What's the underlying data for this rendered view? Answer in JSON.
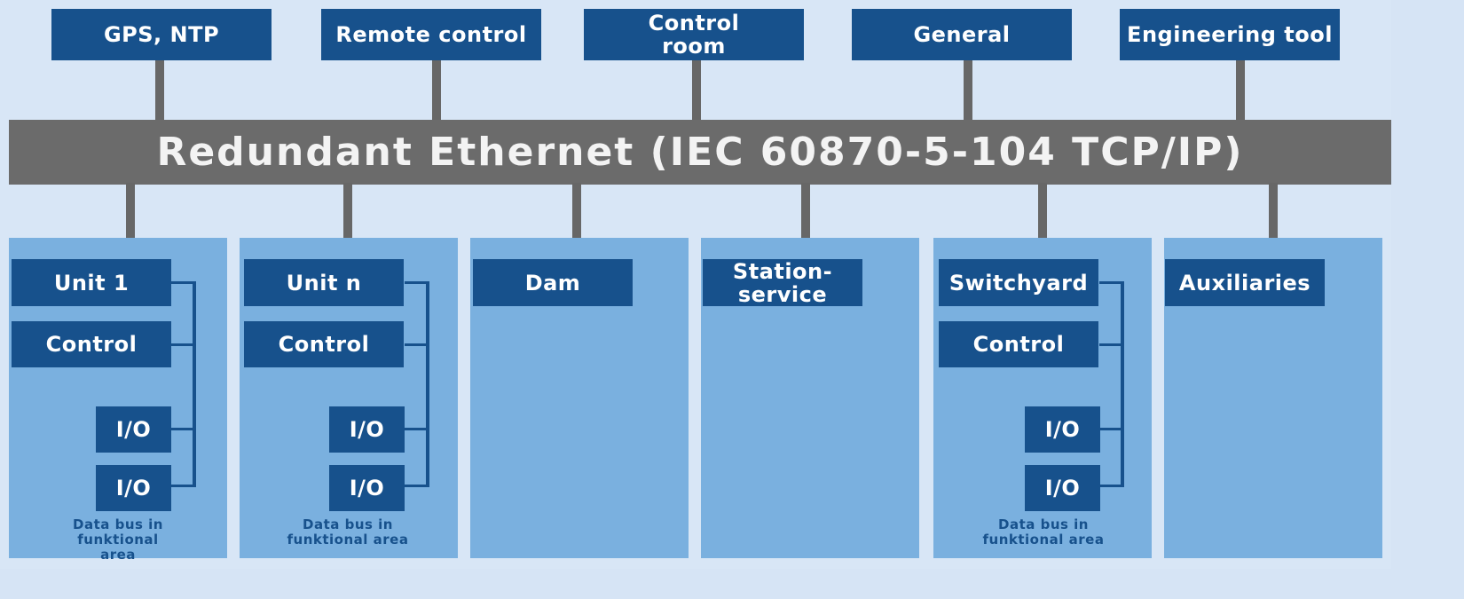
{
  "top_nodes": [
    "GPS, NTP",
    "Remote control",
    "Control room",
    "General",
    "Engineering tool"
  ],
  "bus_label": "Redundant Ethernet (IEC 60870-5-104 TCP/IP)",
  "areas": [
    {
      "title": "Unit 1",
      "control": "Control",
      "io": [
        "I/O",
        "I/O"
      ],
      "bus_note": "Data bus in funktional area"
    },
    {
      "title": "Unit n",
      "control": "Control",
      "io": [
        "I/O",
        "I/O"
      ],
      "bus_note": "Data bus in funktional area"
    },
    {
      "title": "Dam"
    },
    {
      "title": "Station-service"
    },
    {
      "title": "Switchyard",
      "control": "Control",
      "io": [
        "I/O",
        "I/O"
      ],
      "bus_note": "Data bus in funktional area"
    },
    {
      "title": "Auxiliaries"
    }
  ],
  "colors": {
    "box": "#17518c",
    "bus": "#6b6b6b",
    "area": "#7ab0df",
    "background": "#d8e6f6"
  }
}
